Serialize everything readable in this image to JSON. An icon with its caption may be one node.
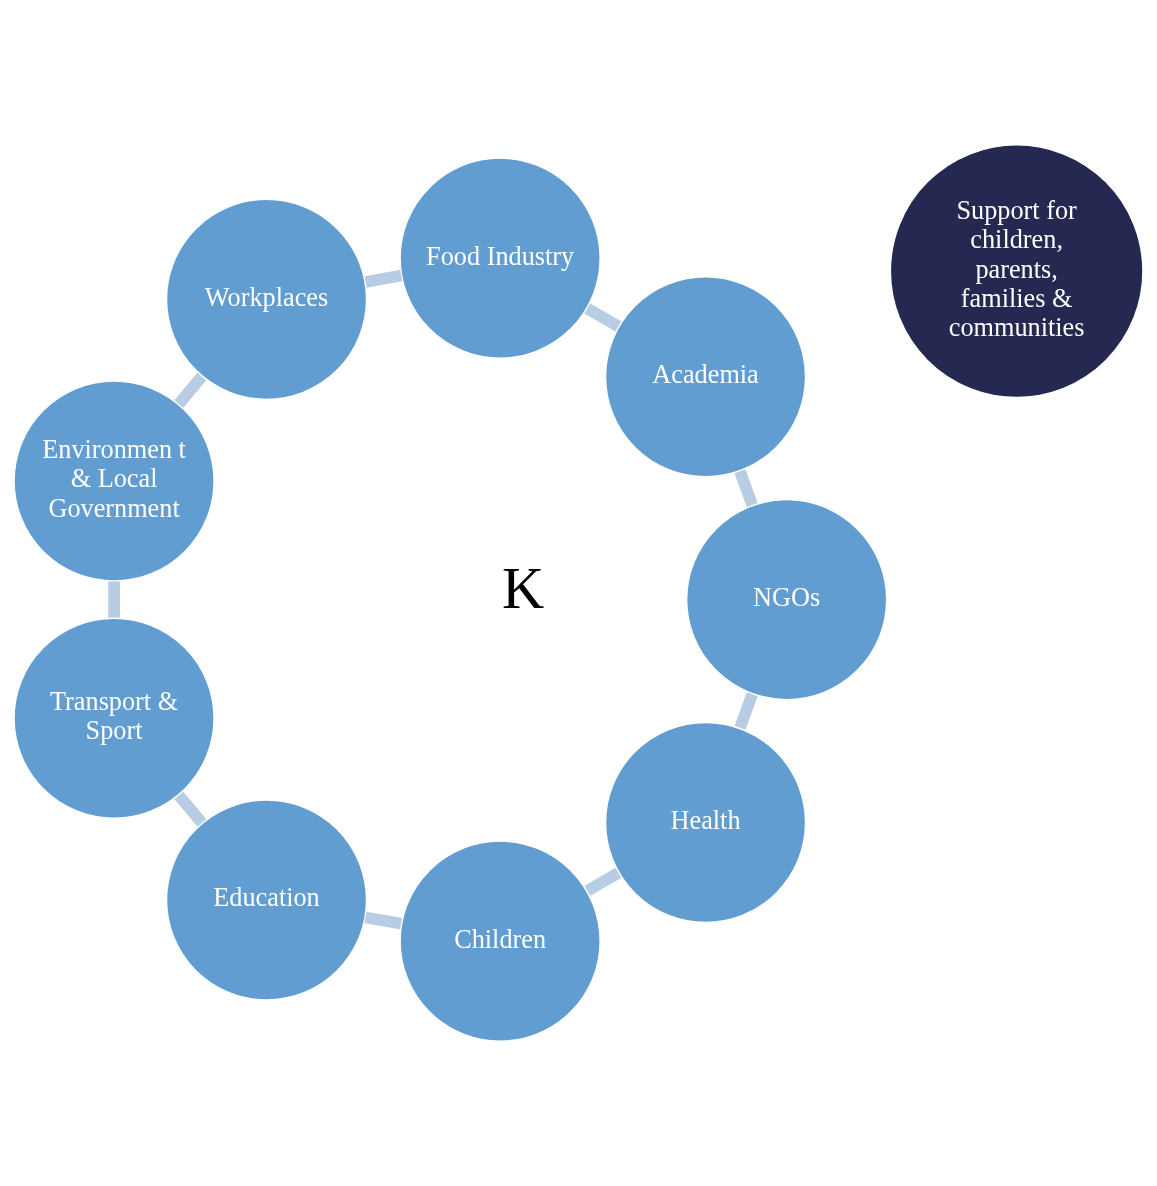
{
  "diagram": {
    "nodes": [
      {
        "text": [
          "Health"
        ]
      },
      {
        "text": [
          "Children"
        ]
      },
      {
        "text": [
          "Education"
        ]
      },
      {
        "text": [
          "Transport & Sport"
        ]
      },
      {
        "text": [
          "Environmen t & Local Government"
        ]
      },
      {
        "text": [
          "Workplaces"
        ]
      },
      {
        "text": [
          "Food Industry"
        ]
      },
      {
        "text": [
          "Academia"
        ]
      },
      {
        "text": [
          "NGOs"
        ]
      },
      {
        "text": [
          "Support for children, parents, families & communities"
        ]
      }
    ],
    "edges": [
      {
        "from": 0,
        "to": 1,
        "arrow": "none"
      },
      {
        "from": 1,
        "to": 2,
        "arrow": "none"
      },
      {
        "from": 2,
        "to": 3,
        "arrow": "none"
      },
      {
        "from": 3,
        "to": 4,
        "arrow": "none"
      },
      {
        "from": 4,
        "to": 5,
        "arrow": "none"
      },
      {
        "from": 5,
        "to": 6,
        "arrow": "none"
      },
      {
        "from": 6,
        "to": 7,
        "arrow": "none"
      },
      {
        "from": 7,
        "to": 8,
        "arrow": "none"
      },
      {
        "from": 8,
        "to": 0,
        "arrow": "none"
      }
    ],
    "labels": [
      "K"
    ]
  }
}
